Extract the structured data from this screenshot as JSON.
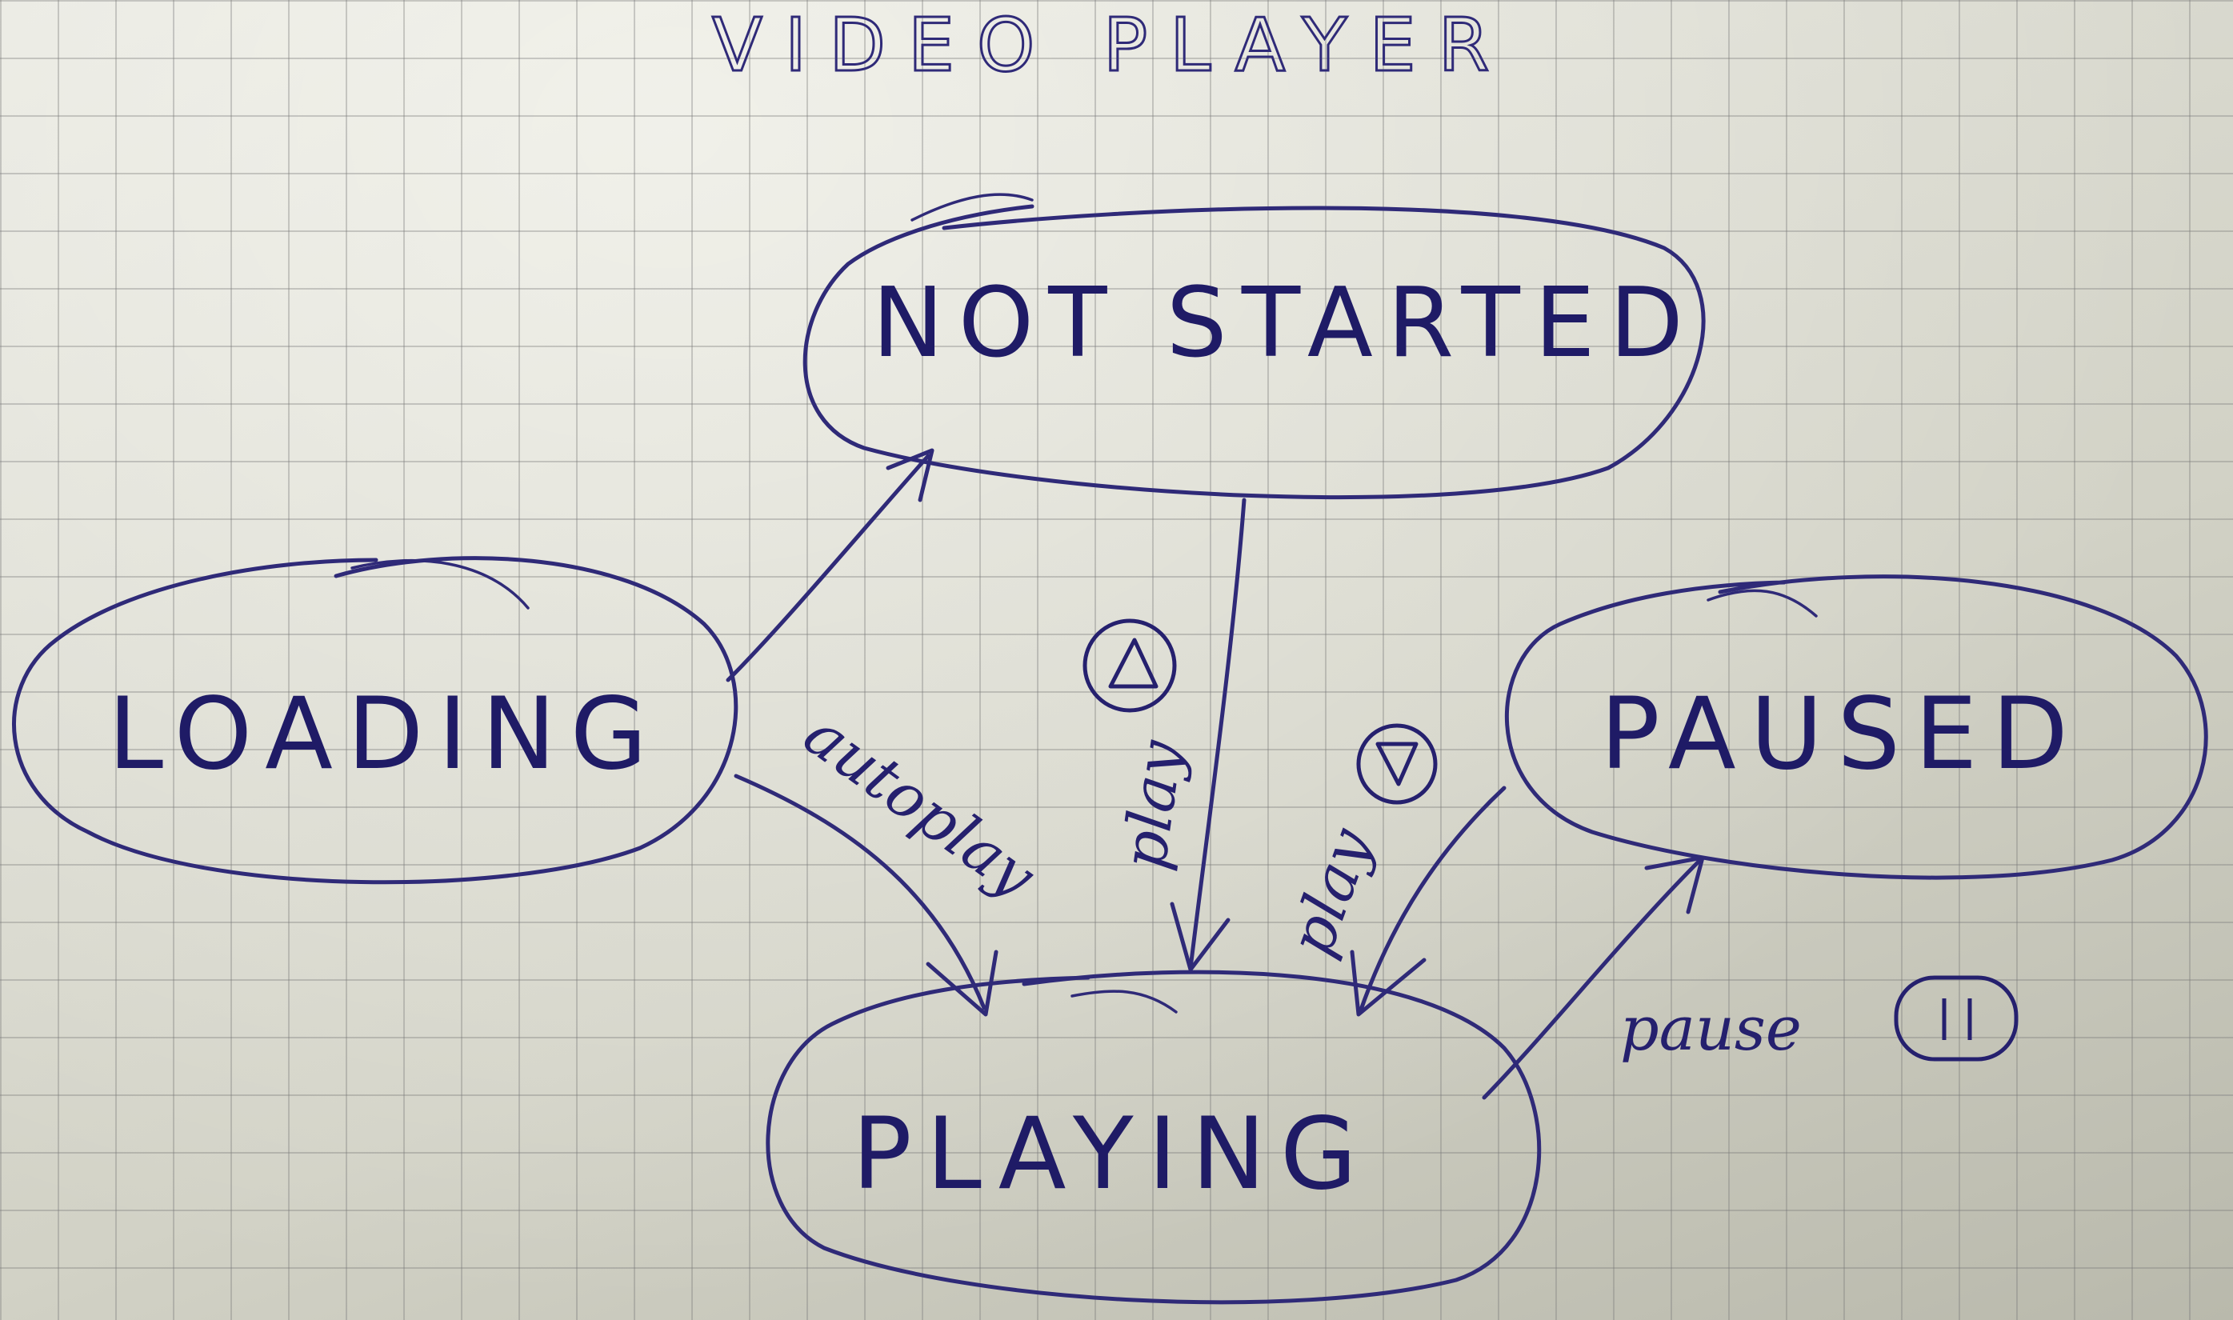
{
  "title": "VIDEO PLAYER",
  "states": {
    "not_started": "NOT STARTED",
    "loading": "LOADING",
    "paused": "PAUSED",
    "playing": "PLAYING"
  },
  "transitions": {
    "loading_to_not_started": "",
    "loading_to_playing": "autoplay",
    "not_started_to_playing": "play",
    "paused_to_playing": "play",
    "playing_to_paused": "pause"
  },
  "icons": {
    "play_symbol": "play-icon",
    "pause_symbol": "pause-icon"
  },
  "colors": {
    "ink": "#2f2a78",
    "paper": "#dcdcd2",
    "grid": "#8a8a82"
  }
}
